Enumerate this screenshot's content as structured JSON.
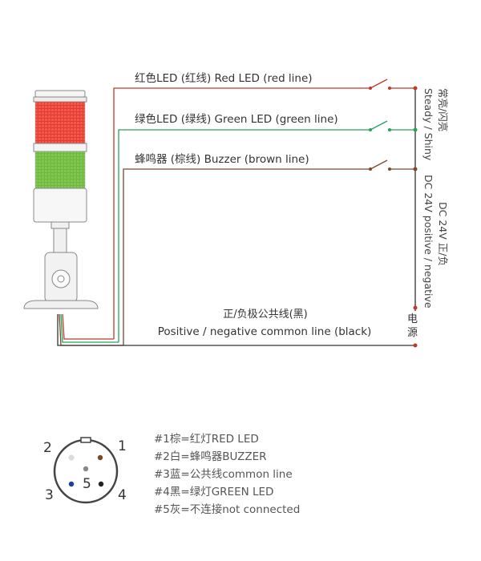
{
  "wires": {
    "red_label": "红色LED (红线) Red LED (red line)",
    "green_label": "绿色LED (绿线) Green LED (green line)",
    "buzzer_label": "蜂鸣器 (棕线) Buzzer (brown line)",
    "common_label_cn": "正/负极公共线(黑)",
    "common_label_en": "Positive / negative common line (black)"
  },
  "side_labels": {
    "mode_cn": "常亮/闪亮",
    "mode_en": "Steady / Shiny",
    "power_cn": "DC 24V 正/负",
    "power_en": "DC 24V positive / negative",
    "supply_1": "电",
    "supply_2": "源"
  },
  "connector": {
    "pins": [
      "1",
      "2",
      "3",
      "4",
      "5"
    ],
    "legend": [
      "#1棕=红灯RED LED",
      "#2白=蜂鸣器BUZZER",
      "#3蓝=公共线common line",
      "#4黑=绿灯GREEN LED",
      "#5灰=不连接not connected"
    ]
  },
  "colors": {
    "red_wire": "#c0392b",
    "green_wire": "#27a35a",
    "brown_wire": "#7a4a2a",
    "black_wire": "#333333",
    "lamp_red": "#e63a2e",
    "lamp_green": "#77c043"
  }
}
